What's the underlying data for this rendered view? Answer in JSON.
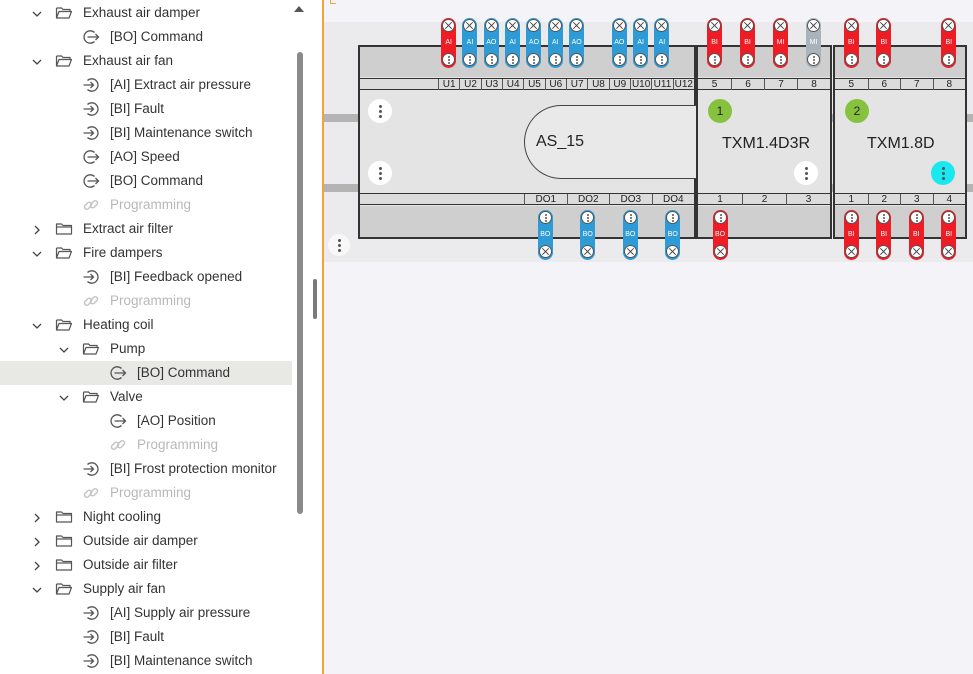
{
  "tree": {
    "items": [
      {
        "label": "Exhaust air damper",
        "icon": "folder-open-icon",
        "level": 1,
        "expanded": true
      },
      {
        "label": "[BO] Command",
        "icon": "output-arrow-icon",
        "level": 2
      },
      {
        "label": "Exhaust air fan",
        "icon": "folder-open-icon",
        "level": 1,
        "expanded": true
      },
      {
        "label": "[AI] Extract air pressure",
        "icon": "input-arrow-icon",
        "level": 2
      },
      {
        "label": "[BI] Fault",
        "icon": "input-arrow-icon",
        "level": 2
      },
      {
        "label": "[BI] Maintenance switch",
        "icon": "input-arrow-icon",
        "level": 2
      },
      {
        "label": "[AO] Speed",
        "icon": "output-arrow-icon",
        "level": 2
      },
      {
        "label": "[BO] Command",
        "icon": "output-arrow-icon",
        "level": 2
      },
      {
        "label": "Programming",
        "icon": "link-icon",
        "level": 2,
        "dim": true
      },
      {
        "label": "Extract air filter",
        "icon": "folder-icon",
        "level": 1,
        "expanded": false
      },
      {
        "label": "Fire dampers",
        "icon": "folder-open-icon",
        "level": 1,
        "expanded": true
      },
      {
        "label": "[BI] Feedback opened",
        "icon": "input-arrow-icon",
        "level": 2
      },
      {
        "label": "Programming",
        "icon": "link-icon",
        "level": 2,
        "dim": true
      },
      {
        "label": "Heating coil",
        "icon": "folder-open-icon",
        "level": 1,
        "expanded": true
      },
      {
        "label": "Pump",
        "icon": "folder-open-icon",
        "level": 2,
        "expanded": true
      },
      {
        "label": "[BO] Command",
        "icon": "output-arrow-icon",
        "level": 3,
        "selected": true
      },
      {
        "label": "Valve",
        "icon": "folder-open-icon",
        "level": 2,
        "expanded": true
      },
      {
        "label": "[AO] Position",
        "icon": "output-arrow-icon",
        "level": 3
      },
      {
        "label": "Programming",
        "icon": "link-icon",
        "level": 3,
        "dim": true
      },
      {
        "label": "[BI] Frost protection monitor",
        "icon": "input-arrow-icon",
        "level": 2
      },
      {
        "label": "Programming",
        "icon": "link-icon",
        "level": 2,
        "dim": true
      },
      {
        "label": "Night cooling",
        "icon": "folder-icon",
        "level": 1,
        "expanded": false
      },
      {
        "label": "Outside air damper",
        "icon": "folder-icon",
        "level": 1,
        "expanded": false
      },
      {
        "label": "Outside air filter",
        "icon": "folder-icon",
        "level": 1,
        "expanded": false
      },
      {
        "label": "Supply air fan",
        "icon": "folder-open-icon",
        "level": 1,
        "expanded": true
      },
      {
        "label": "[AI] Supply air pressure",
        "icon": "input-arrow-icon",
        "level": 2
      },
      {
        "label": "[BI] Fault",
        "icon": "input-arrow-icon",
        "level": 2
      },
      {
        "label": "[BI] Maintenance switch",
        "icon": "input-arrow-icon",
        "level": 2
      }
    ]
  },
  "colors": {
    "red": "#ee1c24",
    "blue": "#2f9bd6",
    "grey": "#a9b3bb",
    "badge": "#86c23e",
    "cyan": "#19e8f0",
    "accent": "#f0a33a"
  },
  "modules": {
    "as": {
      "title": "AS_15",
      "top_terminals": [
        "U1",
        "U2",
        "U3",
        "U4",
        "U5",
        "U6",
        "U7",
        "U8",
        "U9",
        "U10",
        "U11",
        "U12"
      ],
      "bottom_terminals": [
        "DO1",
        "DO2",
        "DO3",
        "DO4"
      ],
      "top_points": [
        {
          "terminal": "U1",
          "type": "AI",
          "color": "red"
        },
        {
          "terminal": "U2",
          "type": "AI",
          "color": "blue"
        },
        {
          "terminal": "U3",
          "type": "AO",
          "color": "blue"
        },
        {
          "terminal": "U4",
          "type": "AI",
          "color": "blue"
        },
        {
          "terminal": "U5",
          "type": "AO",
          "color": "blue"
        },
        {
          "terminal": "U6",
          "type": "AI",
          "color": "blue"
        },
        {
          "terminal": "U7",
          "type": "AO",
          "color": "blue"
        },
        {
          "terminal": "U9",
          "type": "AO",
          "color": "blue"
        },
        {
          "terminal": "U10",
          "type": "AI",
          "color": "blue"
        },
        {
          "terminal": "U11",
          "type": "AI",
          "color": "blue"
        }
      ],
      "bottom_points": [
        {
          "terminal": "DO1",
          "type": "BO",
          "color": "blue"
        },
        {
          "terminal": "DO2",
          "type": "BO",
          "color": "blue"
        },
        {
          "terminal": "DO3",
          "type": "BO",
          "color": "blue"
        },
        {
          "terminal": "DO4",
          "type": "BO",
          "color": "blue"
        }
      ]
    },
    "txm1": {
      "title": "TXM1.4D3R",
      "badge": "1",
      "top_terminals": [
        "5",
        "6",
        "7",
        "8"
      ],
      "bottom_terminals": [
        "1",
        "2",
        "3"
      ],
      "top_points": [
        {
          "terminal": "5",
          "type": "BI",
          "color": "red"
        },
        {
          "terminal": "6",
          "type": "BI",
          "color": "red"
        },
        {
          "terminal": "7",
          "type": "MI",
          "color": "red"
        },
        {
          "terminal": "8",
          "type": "MI",
          "color": "grey"
        }
      ],
      "bottom_points": [
        {
          "terminal": "1",
          "type": "BO",
          "color": "red"
        }
      ]
    },
    "txm2": {
      "title": "TXM1.8D",
      "badge": "2",
      "top_terminals": [
        "5",
        "6",
        "7",
        "8"
      ],
      "bottom_terminals": [
        "1",
        "2",
        "3",
        "4"
      ],
      "top_points": [
        {
          "terminal": "5",
          "type": "BI",
          "color": "red"
        },
        {
          "terminal": "6",
          "type": "BI",
          "color": "red"
        },
        {
          "terminal": "8",
          "type": "BI",
          "color": "red"
        }
      ],
      "bottom_points": [
        {
          "terminal": "1",
          "type": "BI",
          "color": "red"
        },
        {
          "terminal": "2",
          "type": "BI",
          "color": "red"
        },
        {
          "terminal": "3",
          "type": "BI",
          "color": "red"
        },
        {
          "terminal": "4",
          "type": "BI",
          "color": "red"
        }
      ]
    }
  }
}
